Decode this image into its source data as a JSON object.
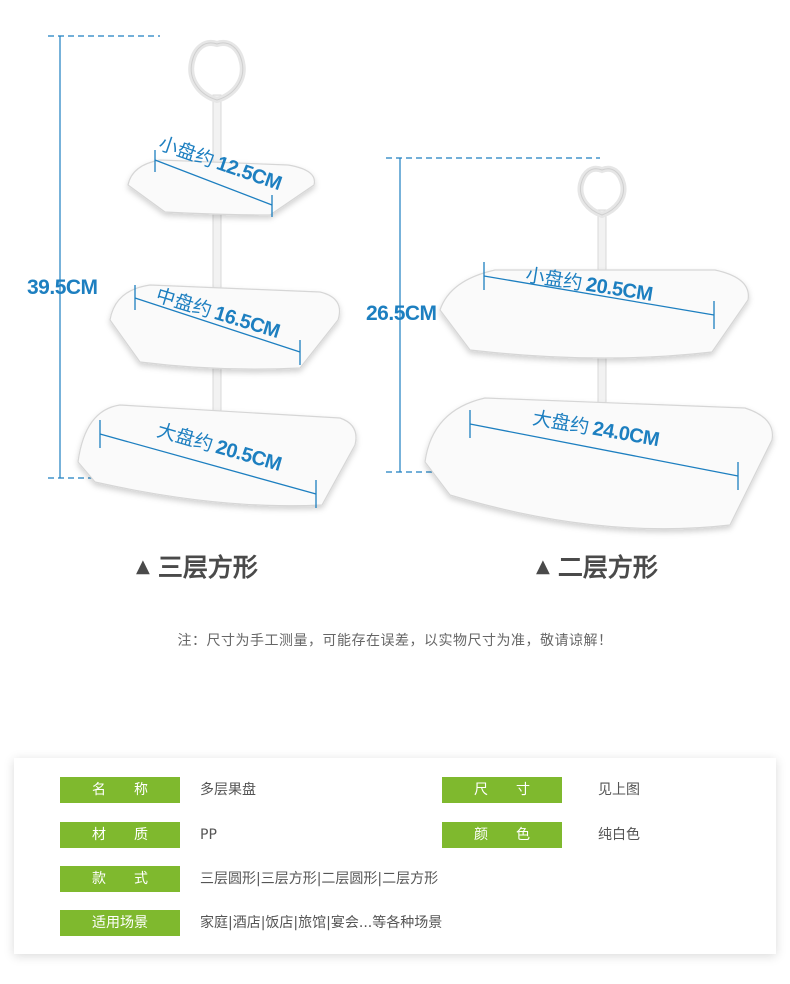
{
  "stands": {
    "three_tier": {
      "height": "39.5CM",
      "small_label": "小盘约",
      "small_size": "12.5CM",
      "middle_label": "中盘约",
      "middle_size": "16.5CM",
      "large_label": "大盘约",
      "large_size": "20.5CM",
      "caption": "三层方形"
    },
    "two_tier": {
      "height": "26.5CM",
      "small_label": "小盘约",
      "small_size": "20.5CM",
      "large_label": "大盘约",
      "large_size": "24.0CM",
      "caption": "二层方形"
    },
    "triangle": "▲"
  },
  "note": "注：尺寸为手工测量，可能存在误差，以实物尺寸为准，敬请谅解！",
  "specs": {
    "name_label": "名　　称",
    "name_value": "多层果盘",
    "size_label": "尺　　寸",
    "size_value": "见上图",
    "material_label": "材　　质",
    "material_value": "PP",
    "color_label": "颜　　色",
    "color_value": "纯白色",
    "style_label": "款　　式",
    "style_value": "三层圆形|三层方形|二层圆形|二层方形",
    "usage_label": "适用场景",
    "usage_value": "家庭|酒店|饭店|旅馆|宴会...等各种场景"
  },
  "colors": {
    "dimension_blue": "#1d7fc0",
    "tag_green": "#7fb92e",
    "text_gray": "#4a4a4a"
  }
}
